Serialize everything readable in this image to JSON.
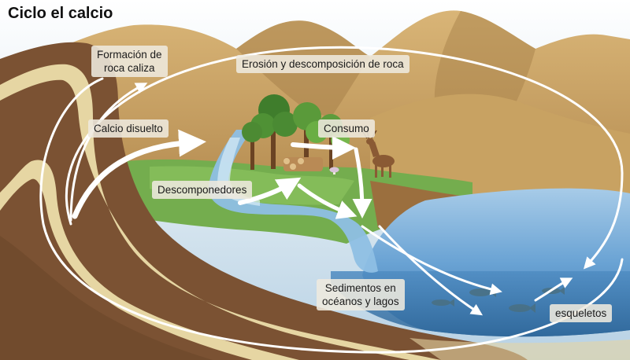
{
  "title": "Ciclo el calcio",
  "labels": {
    "formacion_line1": "Formación de",
    "formacion_line2": "roca caliza",
    "erosion": "Erosión y descomposición de roca",
    "calcio": "Calcio disuelto",
    "consumo": "Consumo",
    "descomponedores": "Descomponedores",
    "sedimentos_line1": "Sedimentos en",
    "sedimentos_line2": "océanos y lagos",
    "esqueletos": "esqueletos"
  },
  "colors": {
    "sky": "#bcd4e4",
    "mountain": "#c9a467",
    "soil_dark": "#7a5232",
    "soil_band": "#e8d8a4",
    "grass": "#6fa84a",
    "water": "#6fa8d6",
    "deep_water": "#3f7fb8",
    "arrow": "#ffffff"
  },
  "icons": [
    "tree-icon",
    "deer-icon",
    "fish-icon",
    "log-pile-icon",
    "mushroom-icon"
  ]
}
